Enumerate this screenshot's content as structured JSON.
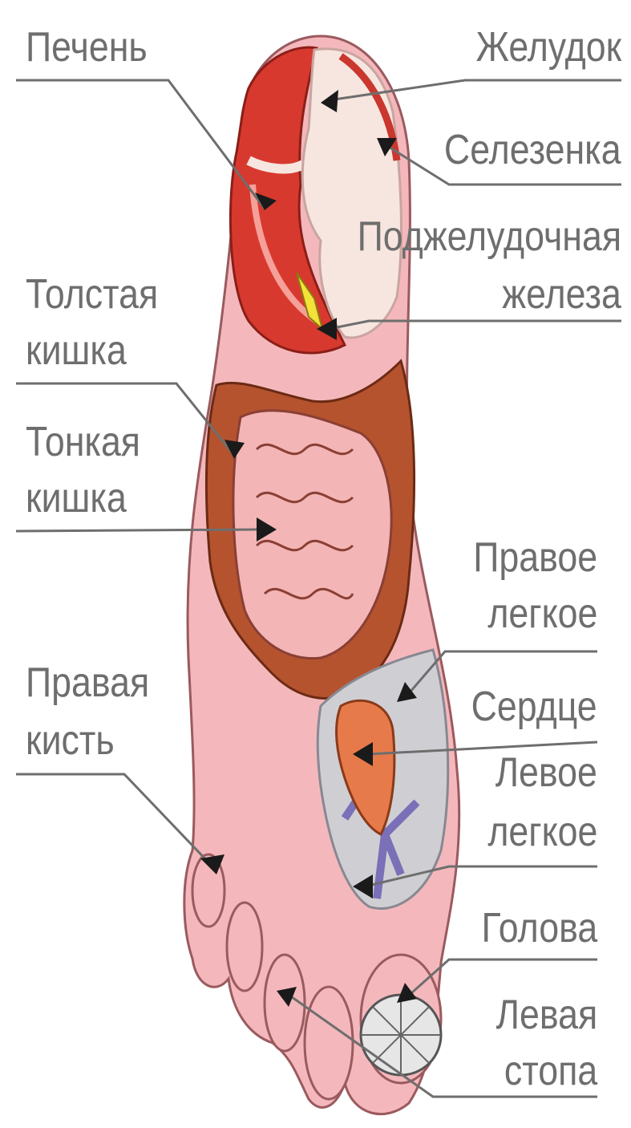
{
  "labels": {
    "liver": "Печень",
    "stomach": "Желудок",
    "spleen": "Селезенка",
    "pancreas_1": "Поджелудочная",
    "pancreas_2": "железа",
    "colon_1": "Толстая",
    "colon_2": "кишка",
    "small_int_1": "Тонкая",
    "small_int_2": "кишка",
    "right_lung_1": "Правое",
    "right_lung_2": "легкое",
    "heart": "Сердце",
    "left_lung_1": "Левое",
    "left_lung_2": "легкое",
    "right_hand_1": "Правая",
    "right_hand_2": "кисть",
    "head": "Голова",
    "left_foot_1": "Левая",
    "left_foot_2": "стопа"
  },
  "colors": {
    "skin": "#f4b8bc",
    "skin_outline": "#9a5a5e",
    "liver": "#d8392e",
    "stomach": "#f7e6df",
    "colon": "#b5532f",
    "small_intestine": "#f3b5b5",
    "lung": "#cfcfd3",
    "heart": "#e77a4a",
    "leader_line": "#6e6e6e"
  }
}
